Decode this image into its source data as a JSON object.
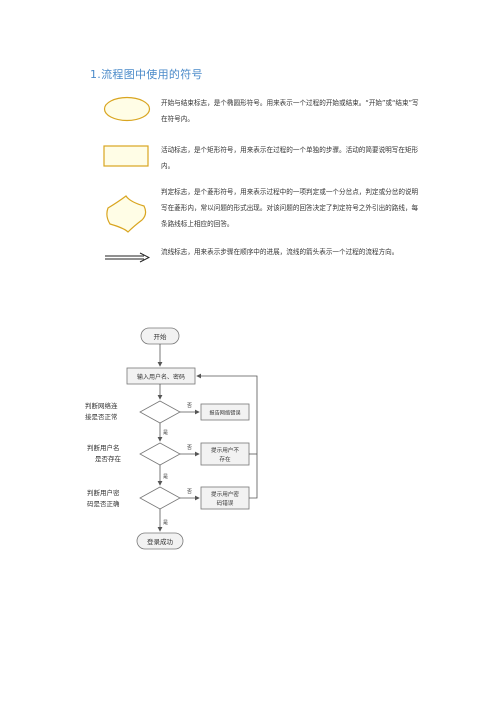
{
  "heading": "1.流程图中使用的符号",
  "symbols": [
    {
      "icon": "oval-terminal-symbol",
      "desc": "开始与结束标志，是个椭圆形符号。用来表示一个过程的开始或结束。“开始”或“结束”写在符号内。"
    },
    {
      "icon": "rectangle-process-symbol",
      "desc": "活动标志，是个矩形符号，用来表示在过程的一个单独的步骤。活动的简要说明写在矩形内。"
    },
    {
      "icon": "diamond-decision-symbol",
      "desc": "判定标志，是个菱形符号，用来表示过程中的一项判定或一个分岔点，判定或分岔的说明写在菱形内，常以问题的形式出现。对该问题的回答决定了判定符号之外引出的路线，每条路线标上相应的回答。"
    },
    {
      "icon": "arrow-flowline-symbol",
      "desc": "流线标志，用来表示步骤在顺序中的进展，流线的箭头表示一个过程的流程方向。"
    }
  ],
  "colors": {
    "heading": "#4a8ac9",
    "symbol_stroke": "#d9a520",
    "symbol_fill": "#fffde6",
    "flow_stroke": "#777777",
    "flow_fill": "#f2f2f2"
  },
  "flowchart": {
    "start": "开始",
    "input": "输入用户名、密码",
    "q1_line1": "判断网络连",
    "q1_line2": "接是否正常",
    "r1": "报告网络错误",
    "q2_line1": "判断用户名",
    "q2_line2": "是否存在",
    "r2_line1": "提示用户不",
    "r2_line2": "存在",
    "q3_line1": "判断用户密",
    "q3_line2": "码是否正确",
    "r3_line1": "提示用户密",
    "r3_line2": "码错误",
    "end": "登录成功",
    "yes": "是",
    "no": "否"
  }
}
